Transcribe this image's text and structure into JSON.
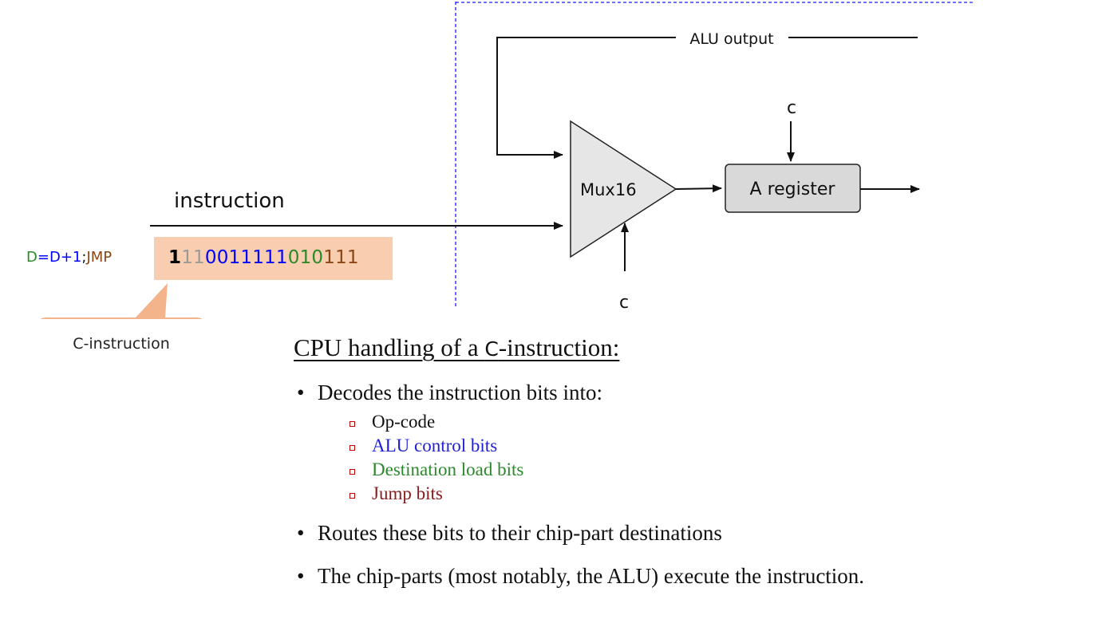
{
  "colors": {
    "opcode": "#000000",
    "unused": "#9a9a9a",
    "alu": "#0000ff",
    "dest": "#2a8a2a",
    "jump": "#8b1a1a",
    "callout_fill": "#f3b48c",
    "bits_box_fill": "#f8cdb0",
    "divider": "#1a1aff"
  },
  "diagram": {
    "alu_output_label": "ALU output",
    "instruction_label": "instruction",
    "mux_label": "Mux16",
    "a_register_label": "A register",
    "control_top_label": "c",
    "control_bottom_label": "c"
  },
  "assembly": {
    "dest": "D",
    "eq": "=",
    "comp": "D+1",
    "semi": ";",
    "jump": "JMP"
  },
  "bits": {
    "opcode": "1",
    "unused": "11",
    "alu": "0011111",
    "dest": "010",
    "jump": "111"
  },
  "callout": {
    "label": "C-instruction"
  },
  "heading": {
    "prefix": "CPU handling of a ",
    "mono": "C",
    "suffix": "-instruction:"
  },
  "bullets": {
    "decode": "Decodes the instruction bits into:",
    "sub": [
      "Op-code",
      "ALU control bits",
      "Destination load bits",
      "Jump bits"
    ],
    "route": "Routes these bits to their chip-part destinations",
    "execute": "The chip-parts (most notably, the ALU) execute the instruction."
  }
}
